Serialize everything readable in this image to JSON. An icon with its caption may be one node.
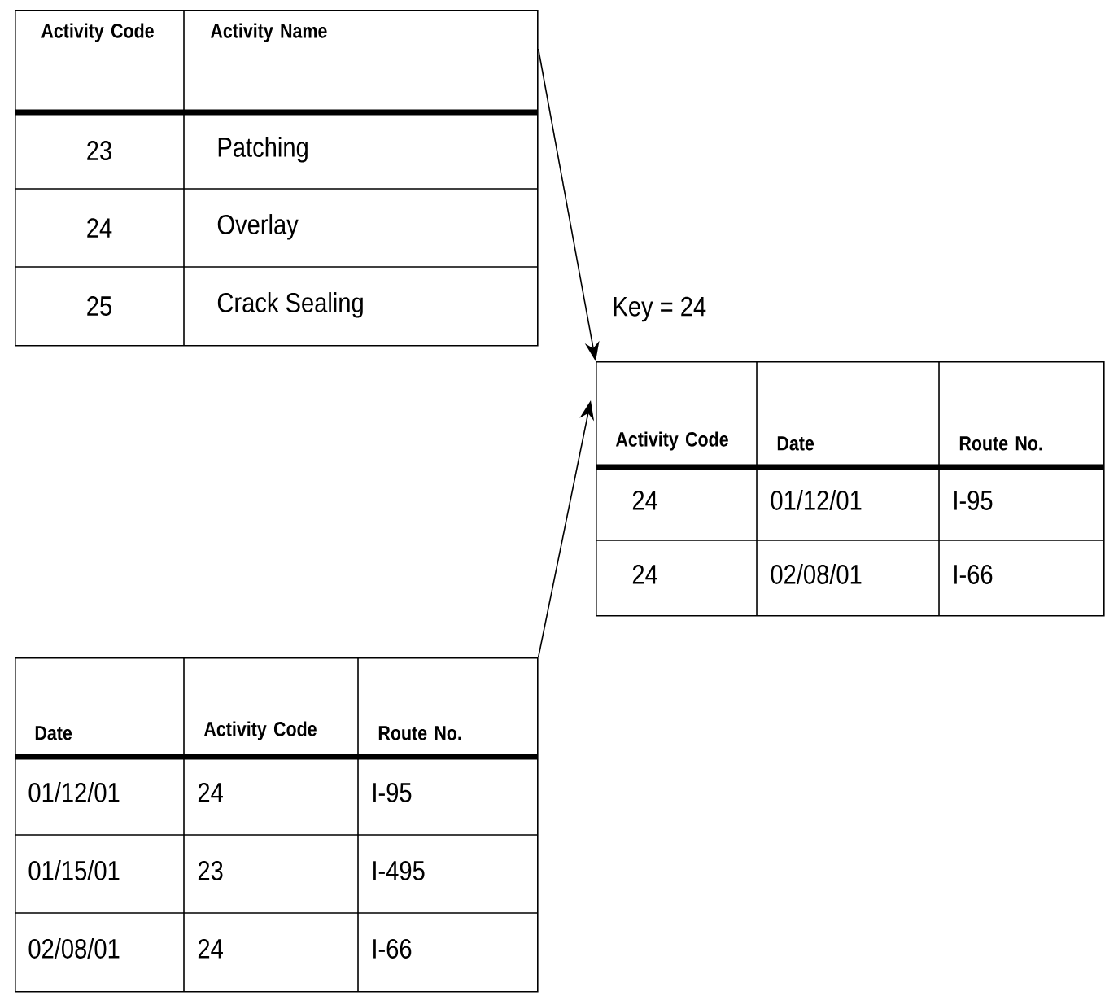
{
  "diagram": {
    "nodes": [
      {
        "text": [
          "Activity Code",
          "Activity Name",
          "23",
          "Patching",
          "24",
          "Overlay",
          "25",
          "Crack Sealing"
        ]
      },
      {
        "text": [
          "Activity Code",
          "Date",
          "Route No.",
          "24",
          "01/12/01",
          "I-95",
          "24",
          "02/08/01",
          "I-66"
        ],
        "beside": [
          "Key = 24"
        ]
      },
      {
        "text": [
          "Date",
          "Activity Code",
          "Route No.",
          "01/12/01",
          "24",
          "I-95",
          "01/15/01",
          "23",
          "I-495",
          "02/08/01",
          "24",
          "I-66"
        ]
      }
    ],
    "edges": [
      {
        "from": 0,
        "to": 1,
        "arrow": "to"
      },
      {
        "from": 2,
        "to": 1,
        "arrow": "to"
      }
    ]
  }
}
